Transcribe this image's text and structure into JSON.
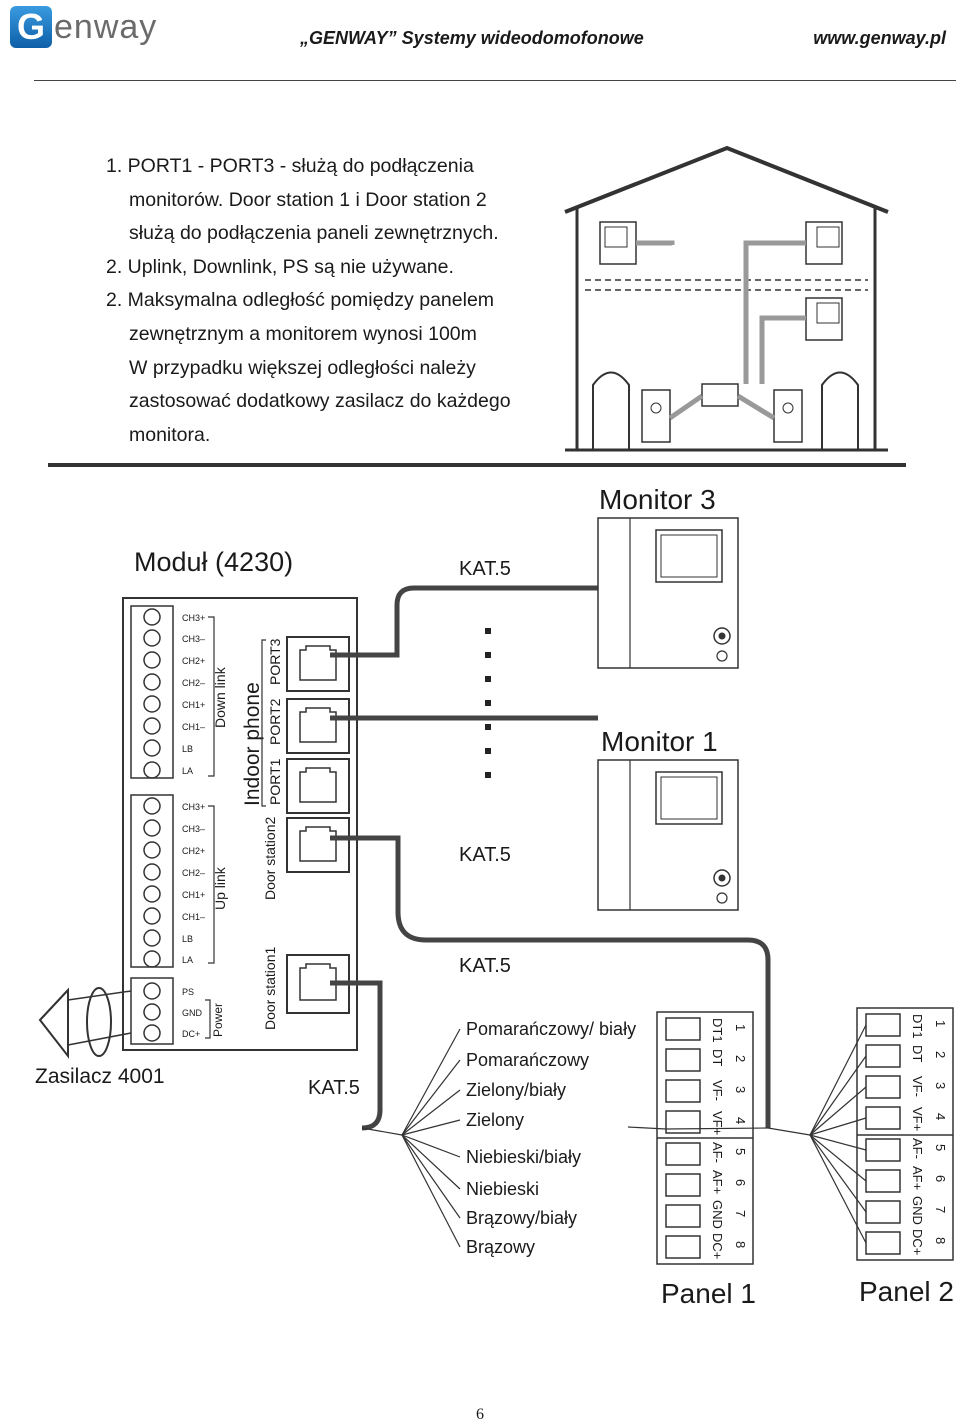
{
  "header": {
    "logo_text": "enway",
    "logo_letter": "G",
    "title": "„GENWAY” Systemy wideodomofonowe",
    "url": "www.genway.pl"
  },
  "notes": [
    "1. PORT1 - PORT3 - służą do podłączenia",
    "monitorów. Door station 1 i Door station 2",
    "służą do podłączenia paneli zewnętrznych.",
    "2. Uplink, Downlink, PS są nie używane.",
    "2. Maksymalna odległość pomiędzy panelem",
    "zewnętrznym a monitorem wynosi 100m",
    "W przypadku większej odległości należy",
    "zastosować dodatkowy zasilacz do każdego",
    "monitora."
  ],
  "diagram": {
    "module_title": "Moduł (4230)",
    "monitor3": "Monitor 3",
    "monitor1": "Monitor 1",
    "kat5": "KAT.5",
    "power_supply": "Zasilacz 4001",
    "panel1": "Panel 1",
    "panel2": "Panel 2",
    "group_down_link": "Down link",
    "group_up_link": "Up link",
    "group_power": "Power",
    "indoor_phone": "Indoor phone",
    "port1": "PORT1",
    "port2": "PORT2",
    "port3": "PORT3",
    "door_station2": "Door station2",
    "door_station1": "Door station1",
    "terminals_top": [
      "CH3+",
      "CH3–",
      "CH2+",
      "CH2–",
      "CH1+",
      "CH1–",
      "LB",
      "LA"
    ],
    "terminals_mid": [
      "CH3+",
      "CH3–",
      "CH2+",
      "CH2–",
      "CH1+",
      "CH1–",
      "LB",
      "LA"
    ],
    "terminals_power": [
      "PS",
      "GND",
      "DC+"
    ],
    "wire_colors": [
      "Pomarańczowy/ biały",
      "Pomarańczowy",
      "Zielony/biały",
      "Zielony",
      "Niebieski/biały",
      "Niebieski",
      "Brązowy/biały",
      "Brązowy"
    ],
    "pin_functions": [
      "DT1",
      "DT",
      "VF-",
      "VF+",
      "AF-",
      "AF+",
      "GND",
      "DC+"
    ],
    "pin_numbers": [
      "1",
      "2",
      "3",
      "4",
      "5",
      "6",
      "7",
      "8"
    ]
  },
  "page_number": "6"
}
